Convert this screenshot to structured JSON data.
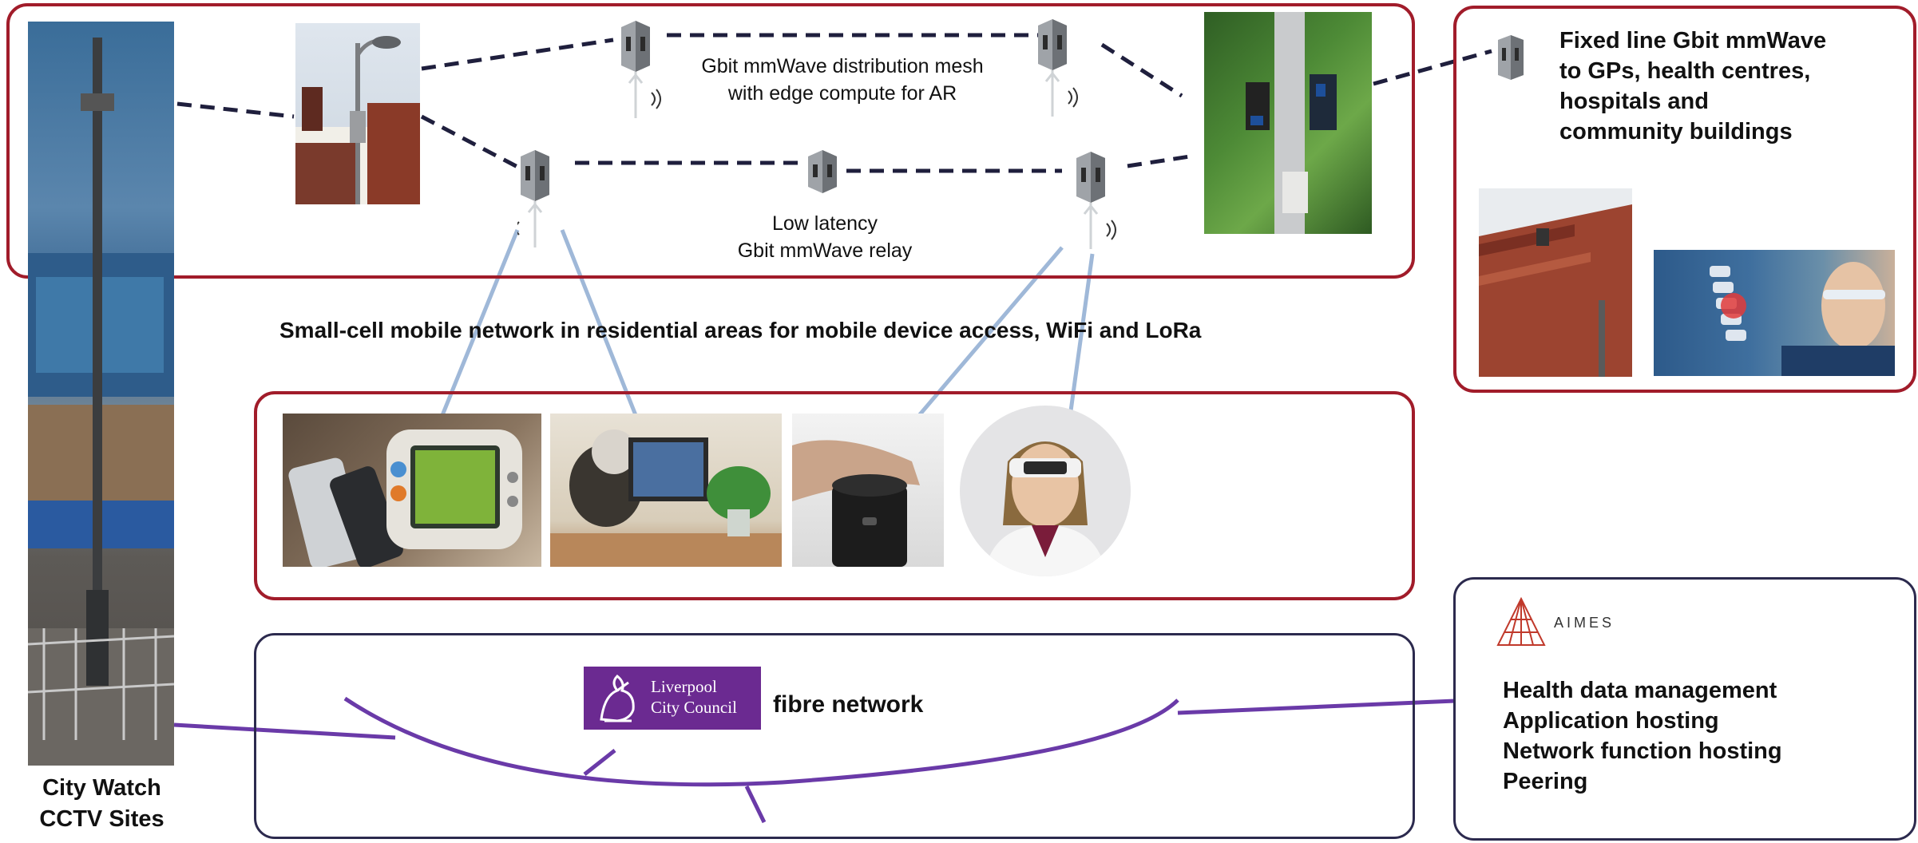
{
  "mesh": {
    "distribution_label_line1": "Gbit mmWave distribution mesh",
    "distribution_label_line2": "with edge compute for AR",
    "relay_label_line1": "Low latency",
    "relay_label_line2": "Gbit mmWave relay"
  },
  "small_cell_label": "Small-cell mobile network in residential areas for mobile device access, WiFi and LoRa",
  "fixed_line": {
    "lines": [
      "Fixed line Gbit mmWave",
      "to GPs, health centres,",
      "hospitals and",
      "community buildings"
    ]
  },
  "cctv_label": {
    "line1": "City Watch",
    "line2": "CCTV Sites"
  },
  "fibre": {
    "logo_line1": "Liverpool",
    "logo_line2": "City Council",
    "label": "fibre network"
  },
  "aimes": {
    "logo_text": "AIMES",
    "services": [
      "Health data management",
      "Application hosting",
      "Network function hosting",
      "Peering"
    ]
  },
  "colors": {
    "wireless_box_border": "#a11c2a",
    "fibre_box_border": "#2c2a4e",
    "mesh_link": "#1f1f3d",
    "access_link": "#9fb8d8",
    "fibre_link": "#6a3aa8",
    "lcc_purple": "#6b2a91",
    "aimes_red": "#c0392b"
  }
}
